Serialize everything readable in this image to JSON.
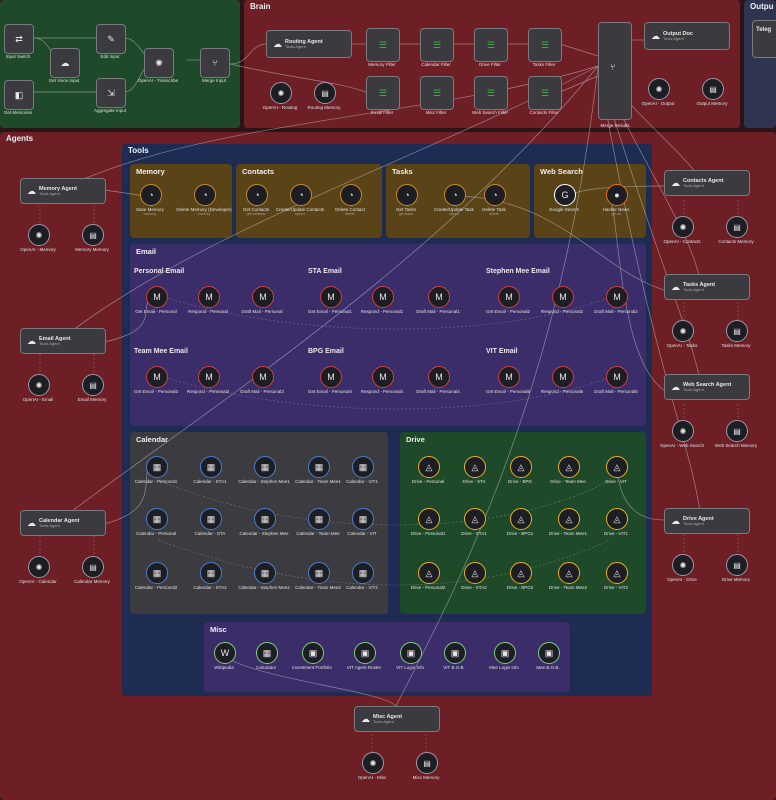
{
  "regions": {
    "brain": "Brain",
    "output": "Outpu",
    "agents": "Agents",
    "tools": "Tools",
    "memory": "Memory",
    "contacts": "Contacts",
    "tasks": "Tasks",
    "websearch": "Web Search",
    "email": "Email",
    "calendar": "Calendar",
    "drive": "Drive",
    "misc": "Misc",
    "telegram": "Teleg"
  },
  "email_groups": {
    "personal": "Personal Email",
    "sta": "STA Email",
    "stephen": "Stephen Mee Email",
    "team": "Team Mee Email",
    "bpg": "BPG Email",
    "vit": "VIT Email"
  },
  "input_nodes": [
    {
      "label": "Input Switch",
      "sub": "",
      "icon": "⇄"
    },
    {
      "label": "Get Voice Input",
      "sub": "",
      "icon": "☁"
    },
    {
      "label": "Get Memories",
      "sub": "",
      "icon": "◧"
    },
    {
      "label": "Edit Input",
      "sub": "",
      "icon": "✎"
    },
    {
      "label": "Aggregate Input",
      "sub": "",
      "icon": "⇲"
    },
    {
      "label": "OpenAI - Transcribe",
      "sub": "",
      "icon": "✺"
    },
    {
      "label": "Merge Input",
      "sub": "",
      "icon": "⑂"
    }
  ],
  "brain": {
    "routing_agent": {
      "title": "Routing Agent",
      "sub": "Tools Agent"
    },
    "routing_subs": [
      "OpenAI - Routing",
      "Routing Memory"
    ],
    "filters_top": [
      "Memory Filter",
      "Calendar Filter",
      "Drive Filter",
      "Tasks Filter"
    ],
    "filters_bottom": [
      "Email Filter",
      "Misc Filter",
      "Web Search Filter",
      "Contacts Filter"
    ],
    "merge_results": "Merge Results",
    "output_doc": {
      "title": "Output Doc",
      "sub": "Tools Agent"
    },
    "output_subs": [
      "OpenAI - Output",
      "Output Memory"
    ]
  },
  "agents_left": [
    {
      "title": "Memory Agent",
      "sub": "Tools Agent",
      "subs": [
        "OpenAI - Memory",
        "Memory Memory"
      ]
    },
    {
      "title": "Email Agent",
      "sub": "Tools Agent",
      "subs": [
        "OpenAI - Email",
        "Email Memory"
      ]
    },
    {
      "title": "Calendar Agent",
      "sub": "Tools Agent",
      "subs": [
        "OpenAI - Calendar",
        "Calendar Memory"
      ]
    }
  ],
  "agents_right": [
    {
      "title": "Contacts Agent",
      "sub": "Tools Agent",
      "subs": [
        "OpenAI - Contacts",
        "Contacts Memory"
      ]
    },
    {
      "title": "Tasks Agent",
      "sub": "Tools Agent",
      "subs": [
        "OpenAI - Tasks",
        "Tasks Memory"
      ]
    },
    {
      "title": "Web Search Agent",
      "sub": "Tools Agent",
      "subs": [
        "OpenAI - Web Search",
        "Web Search Memory"
      ]
    },
    {
      "title": "Drive Agent",
      "sub": "Tools Agent",
      "subs": [
        "OpenAI - Drive",
        "Drive Memory"
      ]
    }
  ],
  "misc_agent": {
    "title": "Misc Agent",
    "sub": "Tools Agent",
    "subs": [
      "OpenAI - Misc",
      "Misc Memory"
    ]
  },
  "memory_tools": [
    {
      "label": "Save Memory",
      "sub": "memory"
    },
    {
      "label": "Delete Memory (Developer)",
      "sub": "memory"
    }
  ],
  "contacts_tools": [
    {
      "label": "Get Contacts",
      "sub": "get contacts"
    },
    {
      "label": "Create/Update Contacts",
      "sub": "upsert"
    },
    {
      "label": "Delete Contact",
      "sub": "delete"
    }
  ],
  "tasks_tools": [
    {
      "label": "Get Tasks",
      "sub": "get tasks"
    },
    {
      "label": "Create/Update Task",
      "sub": "upsert"
    },
    {
      "label": "Delete Task",
      "sub": "delete"
    }
  ],
  "web_tools": [
    {
      "label": "Google Search",
      "sub": ""
    },
    {
      "label": "Hacker News",
      "sub": "get all"
    }
  ],
  "email_tools": {
    "personal": [
      "Get Email - Personal",
      "Respond - Personal",
      "Draft Mail - Personal"
    ],
    "sta": [
      "Get Email - Personal1",
      "Respond - Personal1",
      "Draft Mail - Personal1"
    ],
    "stephen": [
      "Get Email - Personal2",
      "Respond - Personal2",
      "Draft Mail - Personal2"
    ],
    "team": [
      "Get Email - Personal3",
      "Respond - Personal3",
      "Draft Mail - Personal3"
    ],
    "bpg": [
      "Get Email - Personal4",
      "Respond - Personal4",
      "Draft Mail - Personal4"
    ],
    "vit": [
      "Get Email - Personal5",
      "Respond - Personal5",
      "Draft Mail - Personal5"
    ]
  },
  "calendar_tools": [
    [
      "Calendar - Personal1",
      "Calendar - STA1",
      "Calendar - Stephen Mee1",
      "Calendar - Team Mee1",
      "Calendar - VIT1"
    ],
    [
      "Calendar - Personal",
      "Calendar - STA",
      "Calendar - Stephen Mee",
      "Calendar - Team Mee",
      "Calendar - VIT"
    ],
    [
      "Calendar - Personal2",
      "Calendar - STA2",
      "Calendar - Stephen Mee2",
      "Calendar - Team Mee2",
      "Calendar - VIT2"
    ]
  ],
  "drive_tools": [
    [
      "Drive - Personal",
      "Drive - STA",
      "Drive - BPG",
      "Drive - Team Mee",
      "Drive - VIT"
    ],
    [
      "Drive - Personal1",
      "Drive - STA1",
      "Drive - BPG1",
      "Drive - Team Mee1",
      "Drive - VIT1"
    ],
    [
      "Drive - Personal2",
      "Drive - STA2",
      "Drive - BPG2",
      "Drive - Team Mee2",
      "Drive - VIT2"
    ]
  ],
  "misc_tools": [
    "Wikipedia",
    "Calculator",
    "Investment Portfolio",
    "VIT Agent Roster",
    "VIT Login Info",
    "VIT B.O.B.",
    "Mee Login Info",
    "Mee B.O.B."
  ],
  "colors": {
    "background": "#2a1418",
    "input_group": "#1f4a2a",
    "brain": "#6e1f26",
    "agents": "#6e1f26",
    "tools": "#1e2b52",
    "memory_group": "#5a4316",
    "email_group": "#3a2d6a",
    "calendar_group": "#3c3c40",
    "drive_group": "#1f4a2a",
    "misc_group": "#3a2d6a"
  }
}
